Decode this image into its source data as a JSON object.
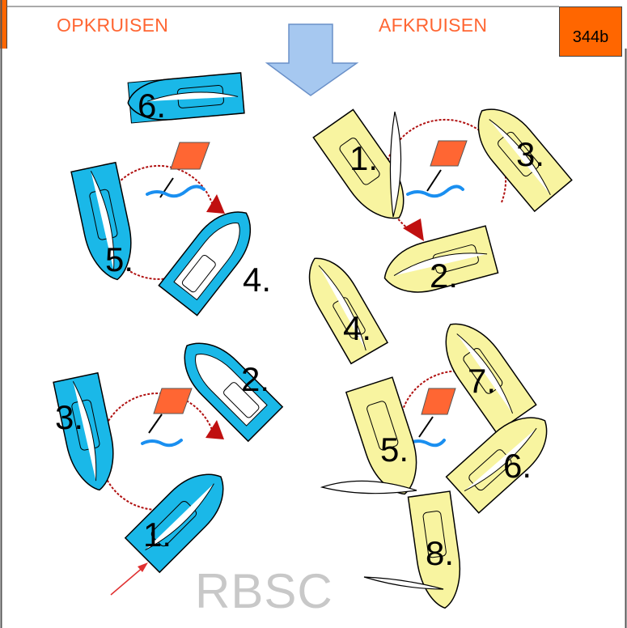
{
  "headings": {
    "upwind": "OPKRUISEN",
    "downwind": "AFKRUISEN"
  },
  "badge": "344b",
  "footer": "RBSC",
  "colors": {
    "heading": "#ff6633",
    "badge": "#ff6600",
    "blue_boat": "#1ab8e8",
    "yellow_boat": "#f8f4a0",
    "flag": "#ff6633",
    "arrow": "#a6c8f0",
    "path": "#b01010"
  },
  "icons": [
    "wind-arrow-icon",
    "flag-icon",
    "water-wave-icon",
    "arrowhead-icon"
  ],
  "labels": {
    "top_left": [
      "6.",
      "5.",
      "4."
    ],
    "bottom_left": [
      "3.",
      "2.",
      "1."
    ],
    "top_right": [
      "1.",
      "3.",
      "2.",
      "4."
    ],
    "bottom_right": [
      "7.",
      "5.",
      "6.",
      "8."
    ]
  }
}
